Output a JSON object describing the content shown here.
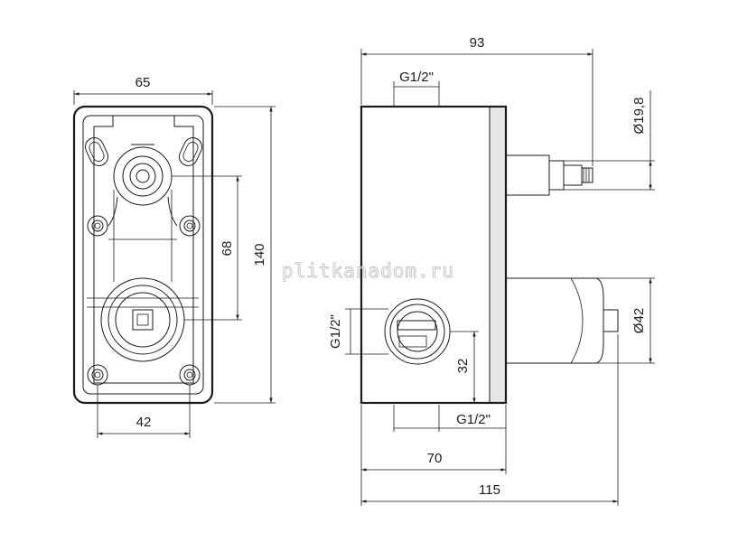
{
  "front_view": {
    "width_label": "65",
    "height_label": "140",
    "spacing_label": "68",
    "bottom_label": "42"
  },
  "side_view": {
    "total_depth_label": "93",
    "top_thread_label": "G1/2\"",
    "stem_diameter_label": "Ø19,8",
    "cap_diameter_label": "Ø42",
    "side_thread_label": "G1/2\"",
    "bottom_thread_label": "G1/2\"",
    "outlet_height_label": "32",
    "body_depth_label": "70",
    "overall_depth_label": "115"
  },
  "watermark": "plitkanadom.ru"
}
